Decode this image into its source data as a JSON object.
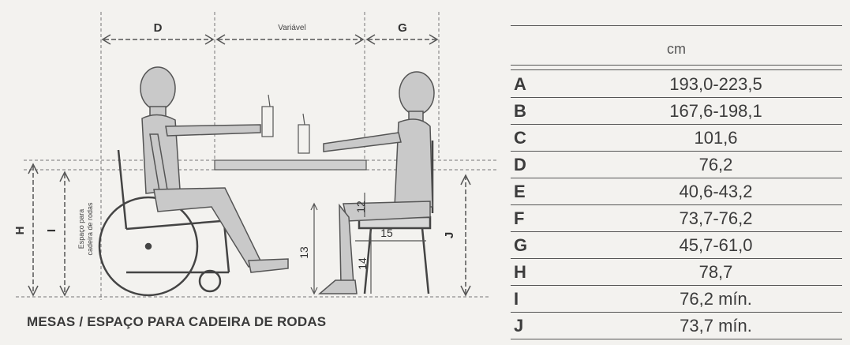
{
  "diagram": {
    "caption": "MESAS / ESPAÇO PARA CADEIRA DE RODAS",
    "labels": {
      "D": "D",
      "variavel": "Variável",
      "G": "G",
      "H": "H",
      "I": "I",
      "J": "J",
      "espaco": "Espaço para",
      "cadeira": "cadeira de rodas",
      "n13": "13",
      "n14": "14",
      "n15": "15",
      "n12": "12"
    }
  },
  "table": {
    "unit": "cm",
    "rows": [
      {
        "letter": "A",
        "value": "193,0-223,5"
      },
      {
        "letter": "B",
        "value": "167,6-198,1"
      },
      {
        "letter": "C",
        "value": "101,6"
      },
      {
        "letter": "D",
        "value": "76,2"
      },
      {
        "letter": "E",
        "value": "40,6-43,2"
      },
      {
        "letter": "F",
        "value": "73,7-76,2"
      },
      {
        "letter": "G",
        "value": "45,7-61,0"
      },
      {
        "letter": "H",
        "value": "78,7"
      },
      {
        "letter": "I",
        "value": "76,2 mín."
      },
      {
        "letter": "J",
        "value": "73,7 mín."
      }
    ]
  }
}
